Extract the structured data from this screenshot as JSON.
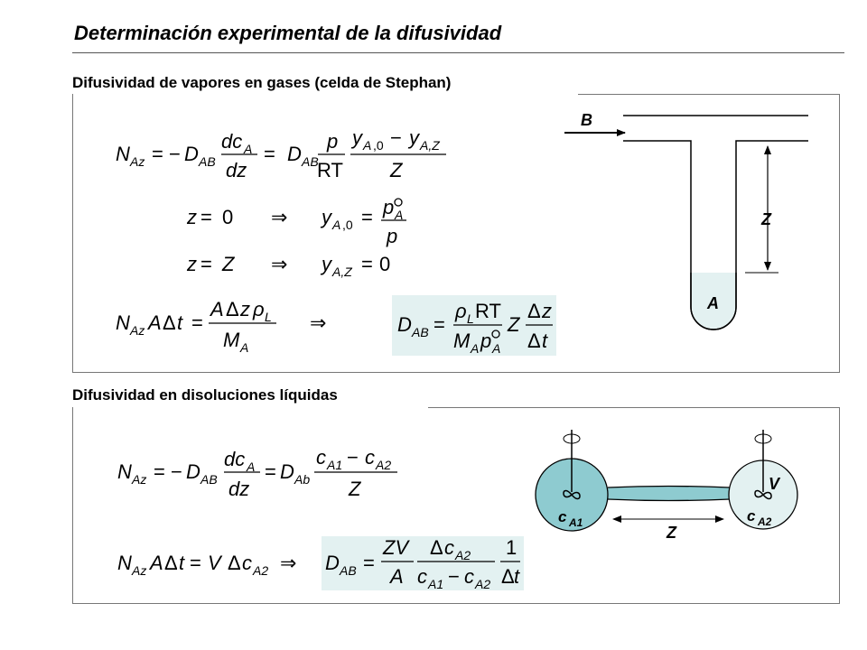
{
  "title": "Determinación experimental de la difusividad",
  "section1": {
    "heading": "Difusividad de vapores en gases (celda de Stephan)",
    "diagram": {
      "label_B": "B",
      "label_Z": "Z",
      "label_A": "A"
    }
  },
  "section2": {
    "heading": "Difusividad en disoluciones líquidas",
    "diagram": {
      "label_V": "V",
      "label_Z": "Z",
      "label_cA1": "c",
      "sub_cA1": "A1",
      "label_cA2": "c",
      "sub_cA2": "A2"
    }
  },
  "colors": {
    "highlight": "#e3f1f1",
    "liquid": "#8ecbd0",
    "cell_right": "#e3f1f1"
  }
}
